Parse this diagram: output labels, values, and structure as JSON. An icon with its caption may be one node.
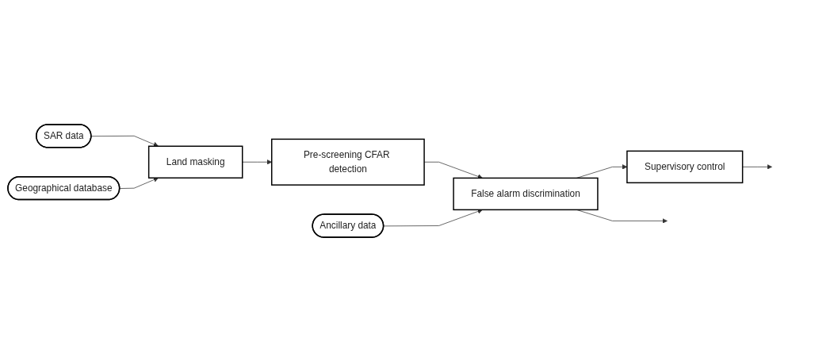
{
  "diagram": {
    "nodes": [
      {
        "text": [
          "SAR data"
        ]
      },
      {
        "text": [
          "Supervisory control"
        ]
      },
      {
        "text": [
          "Land masking"
        ]
      },
      {
        "text": [
          "Pre-screening CFAR detection"
        ]
      },
      {
        "text": [
          "False alarm discrimination"
        ]
      },
      {
        "text": [
          "Geographical database"
        ]
      },
      {
        "text": [
          "Ancillary data"
        ]
      }
    ],
    "edges": [
      {
        "from": 0,
        "to": 2,
        "arrow": "to"
      },
      {
        "from": 5,
        "to": 2,
        "arrow": "to"
      },
      {
        "from": 2,
        "to": 3,
        "arrow": "to"
      },
      {
        "from": 3,
        "to": 4,
        "arrow": "to"
      },
      {
        "from": 6,
        "to": 4,
        "arrow": "to"
      },
      {
        "from": 4,
        "to": 1,
        "arrow": "to"
      },
      {
        "from": 4,
        "to": null,
        "arrow": "to"
      },
      {
        "from": 1,
        "to": null,
        "arrow": "to"
      }
    ]
  }
}
